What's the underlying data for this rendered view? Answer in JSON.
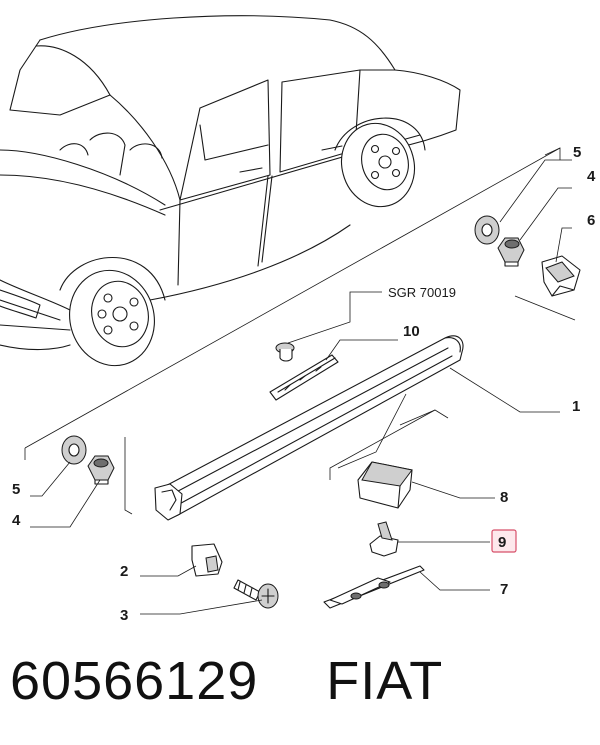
{
  "diagram": {
    "callouts": [
      {
        "id": "c1",
        "text": "1"
      },
      {
        "id": "c2",
        "text": "2"
      },
      {
        "id": "c3",
        "text": "3"
      },
      {
        "id": "c4a",
        "text": "4"
      },
      {
        "id": "c4b",
        "text": "4"
      },
      {
        "id": "c5a",
        "text": "5"
      },
      {
        "id": "c5b",
        "text": "5"
      },
      {
        "id": "c6",
        "text": "6"
      },
      {
        "id": "c7",
        "text": "7"
      },
      {
        "id": "c8",
        "text": "8"
      },
      {
        "id": "c9",
        "text": "9"
      },
      {
        "id": "c10",
        "text": "10"
      }
    ],
    "reference": "SGR 70019",
    "highlight_color": "#d7506a"
  },
  "footer": {
    "part_number": "60566129",
    "brand": "FIAT"
  }
}
